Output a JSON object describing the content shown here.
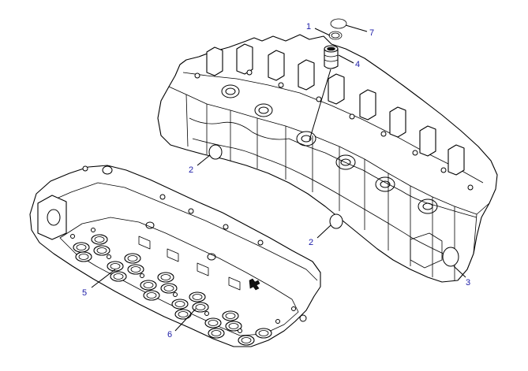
{
  "diagram": {
    "colors": {
      "callout_text": "#1a1aa6",
      "line": "#000000",
      "background": "#ffffff"
    },
    "callouts": [
      {
        "id": "c1",
        "label": "1"
      },
      {
        "id": "c2a",
        "label": "2"
      },
      {
        "id": "c2b",
        "label": "2"
      },
      {
        "id": "c3",
        "label": "3"
      },
      {
        "id": "c4",
        "label": "4"
      },
      {
        "id": "c5",
        "label": "5"
      },
      {
        "id": "c6",
        "label": "6"
      },
      {
        "id": "c7",
        "label": "7"
      }
    ]
  }
}
